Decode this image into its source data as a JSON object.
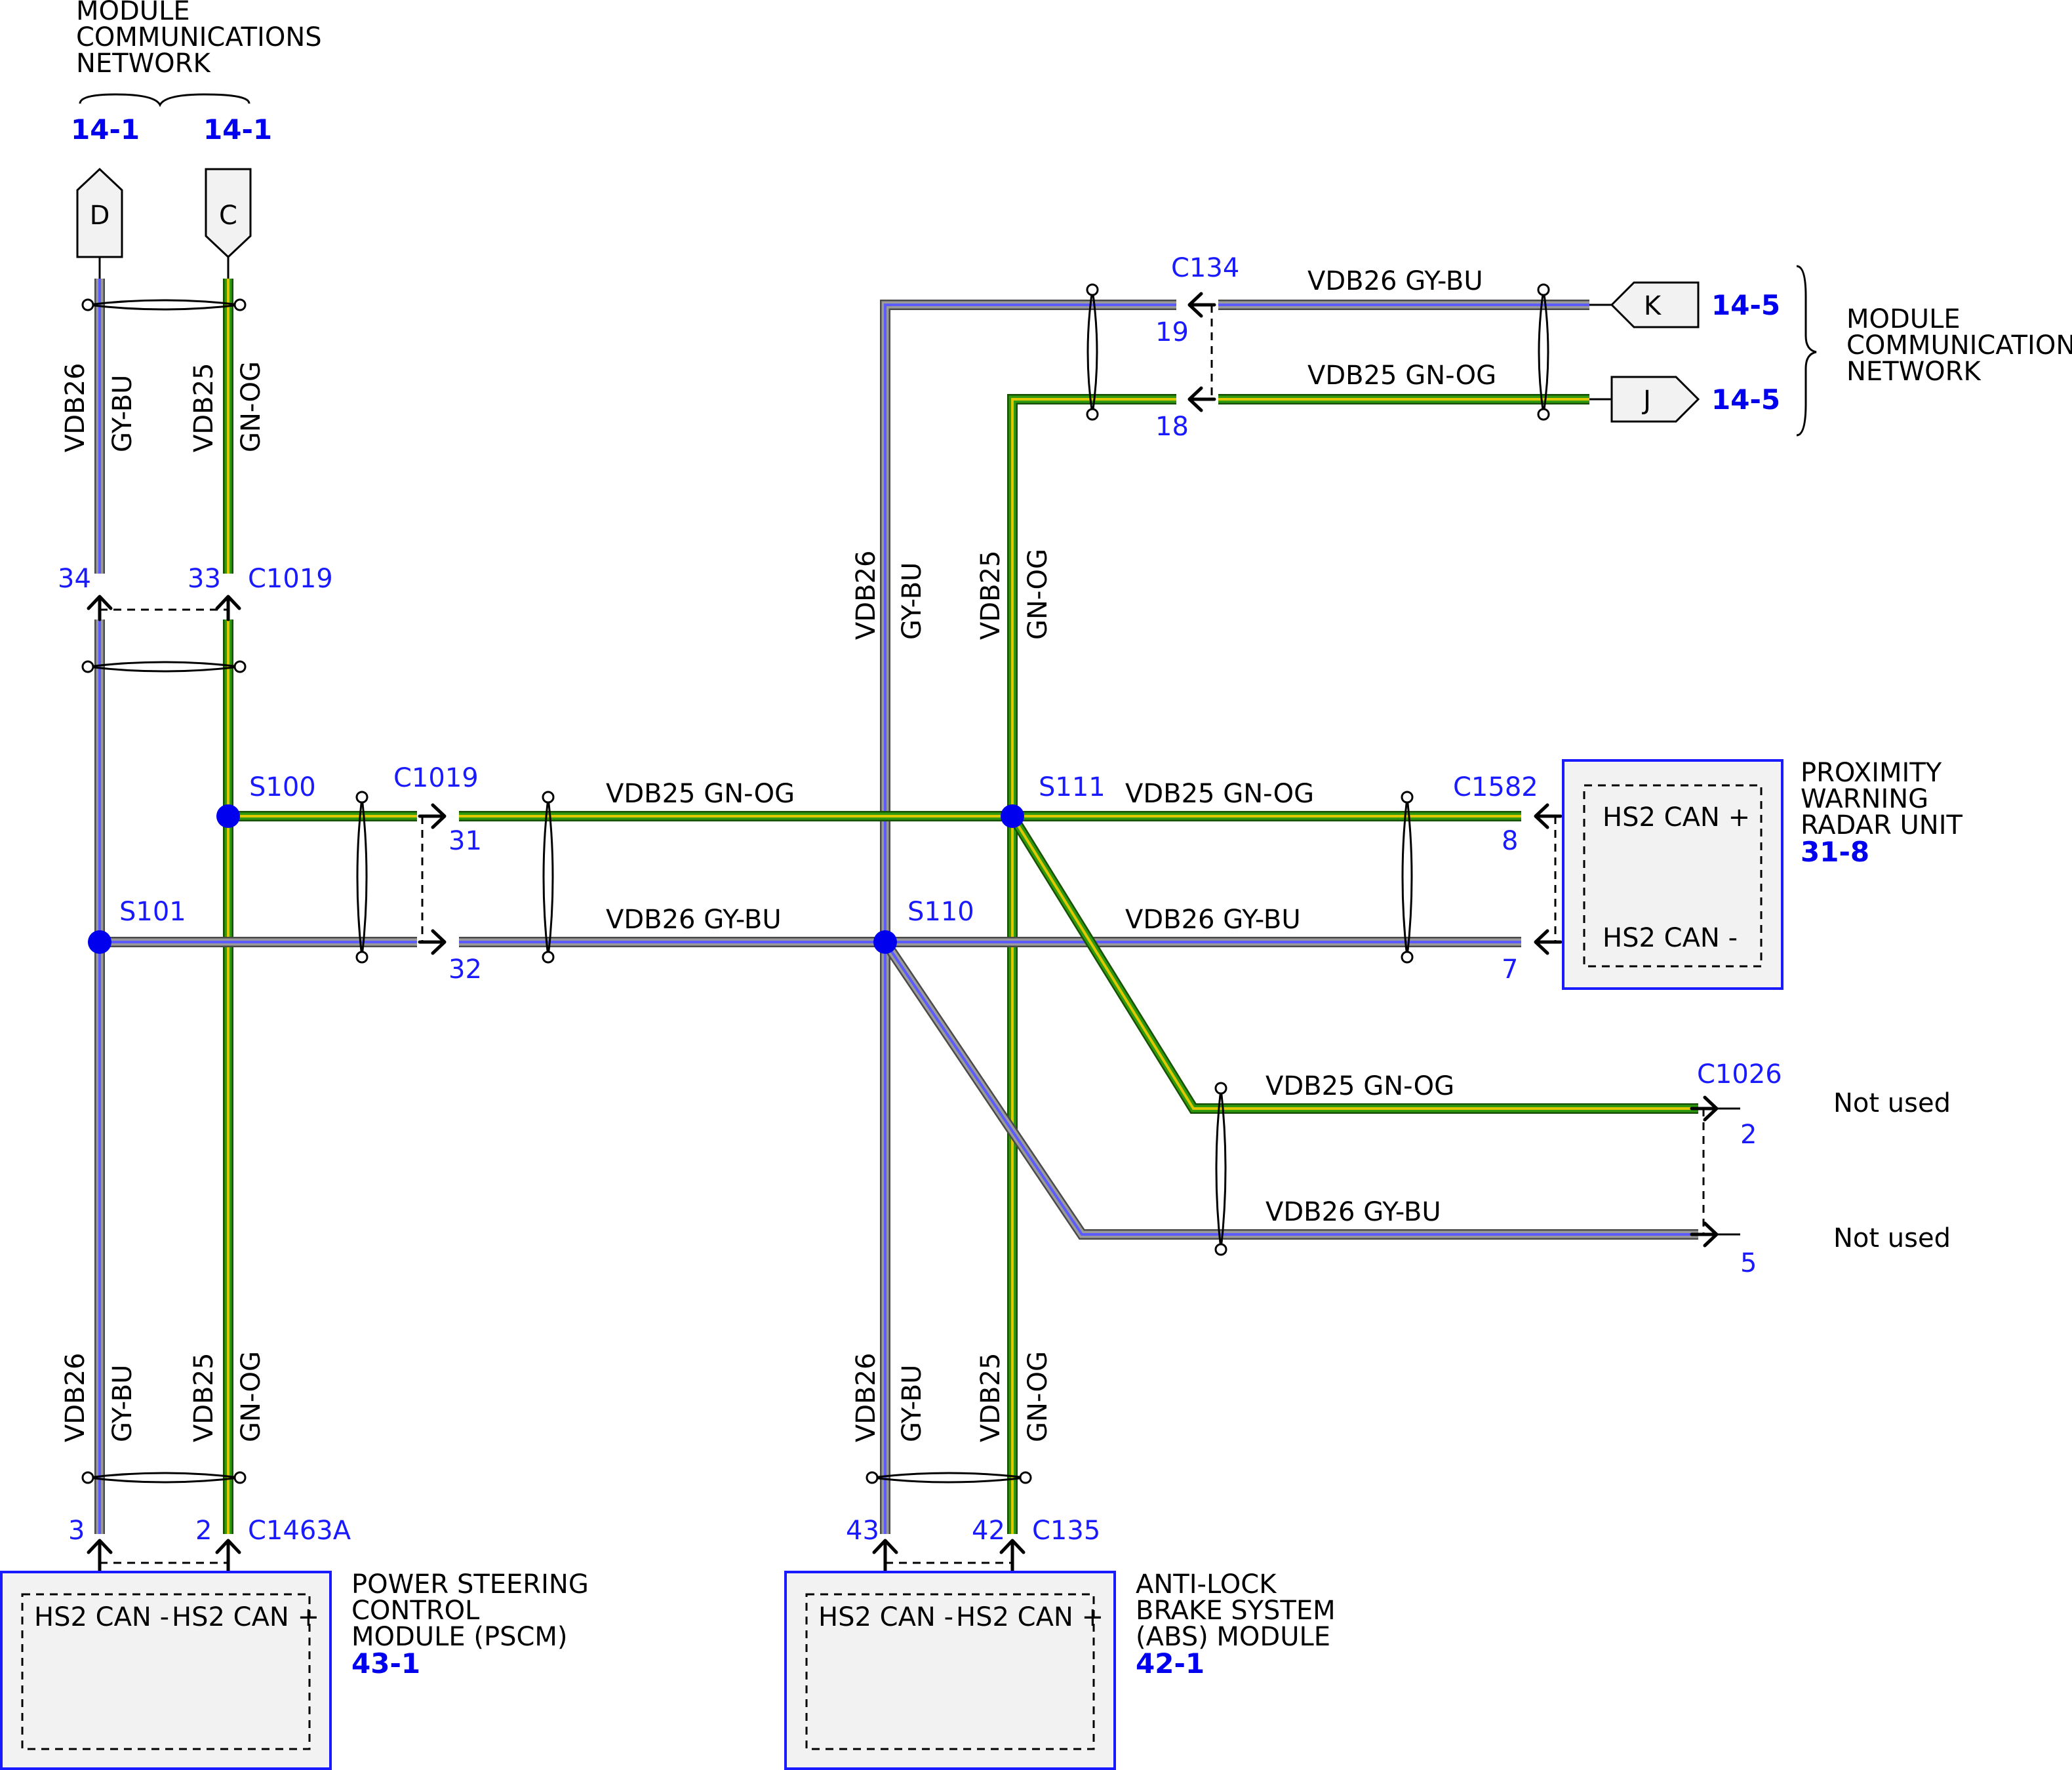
{
  "colors": {
    "gy_bu": {
      "outer": "#4a4a4a",
      "mid": "#9a9a9a",
      "stripe": "#5b5bff"
    },
    "gn_og": {
      "outer": "#165000",
      "mid": "#2f9a10",
      "stripe": "#e0c800"
    },
    "connector_text": "#1a1aff",
    "reference_text": "#0000ee"
  },
  "network_top_left": {
    "title": [
      "MODULE",
      "COMMUNICATIONS",
      "NETWORK"
    ],
    "refs": [
      "14-1",
      "14-1"
    ]
  },
  "network_right": {
    "title": [
      "MODULE",
      "COMMUNICATIONS",
      "NETWORK"
    ],
    "refs": [
      "14-5",
      "14-5"
    ]
  },
  "tags": {
    "d": "D",
    "c": "C",
    "k": "K",
    "j": "J"
  },
  "wire_labels": {
    "vdb26": "VDB26",
    "gy_bu": "GY-BU",
    "vdb25": "VDB25",
    "gn_og": "GN-OG",
    "vdb26_gy_bu": "VDB26  GY-BU",
    "vdb25_gn_og": "VDB25  GN-OG"
  },
  "connectors": {
    "c1019": "C1019",
    "c134": "C134",
    "c1582": "C1582",
    "c1026": "C1026",
    "c1463a": "C1463A",
    "c135": "C135"
  },
  "pins": {
    "p34": "34",
    "p33": "33",
    "p31": "31",
    "p32": "32",
    "p19": "19",
    "p18": "18",
    "p8": "8",
    "p7": "7",
    "p2_c1026": "2",
    "p5": "5",
    "p3": "3",
    "p2_psc": "2",
    "p43": "43",
    "p42": "42"
  },
  "splices": {
    "s100": "S100",
    "s101": "S101",
    "s110": "S110",
    "s111": "S111"
  },
  "not_used": "Not used",
  "modules": {
    "radar": {
      "name": [
        "PROXIMITY",
        "WARNING",
        "RADAR UNIT"
      ],
      "ref": "31-8",
      "pin_plus": "HS2 CAN +",
      "pin_minus": "HS2 CAN -"
    },
    "pscm": {
      "name": [
        "POWER STEERING",
        "CONTROL",
        "MODULE (PSCM)"
      ],
      "ref": "43-1",
      "pin_minus": "HS2 CAN -",
      "pin_plus": "HS2 CAN +"
    },
    "abs": {
      "name": [
        "ANTI-LOCK",
        "BRAKE SYSTEM",
        "(ABS) MODULE"
      ],
      "ref": "42-1",
      "pin_minus": "HS2 CAN -",
      "pin_plus": "HS2 CAN +"
    }
  }
}
